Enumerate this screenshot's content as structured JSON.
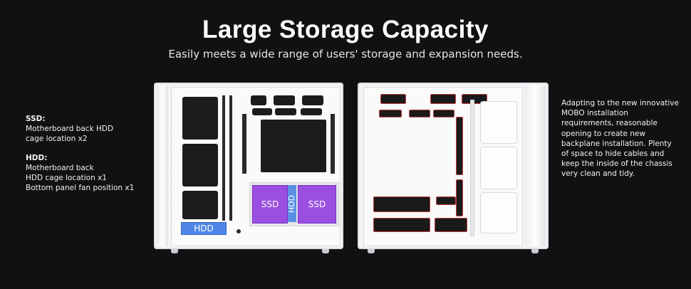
{
  "header": {
    "title": "Large Storage Capacity",
    "subtitle": "Easily meets a wide range of users' storage and expansion needs."
  },
  "left_notes": {
    "ssd_head": "SSD",
    "ssd_lines": [
      "Motherboard back HDD",
      "cage location x2"
    ],
    "hdd_head": "HDD",
    "hdd_lines": [
      "Motherboard back",
      "HDD cage location x1",
      "Bottom panel fan position x1"
    ]
  },
  "right_notes": {
    "text": "Adapting to the new innovative MOBO installation requirements, reasonable opening to create new backplane installation. Plenty of space to hide cables and keep the inside of the chassis very clean and tidy."
  },
  "case_labels": {
    "ssd_left": "SSD",
    "hdd_middle": "HDD",
    "ssd_right": "SSD",
    "hdd_bottom": "HDD"
  },
  "colors": {
    "background": "#111113",
    "ssd": "#9b4fe0",
    "hdd": "#4f86e8",
    "chassis": "#f4f5f6",
    "cable_hole_outline": "#c23a3a"
  }
}
